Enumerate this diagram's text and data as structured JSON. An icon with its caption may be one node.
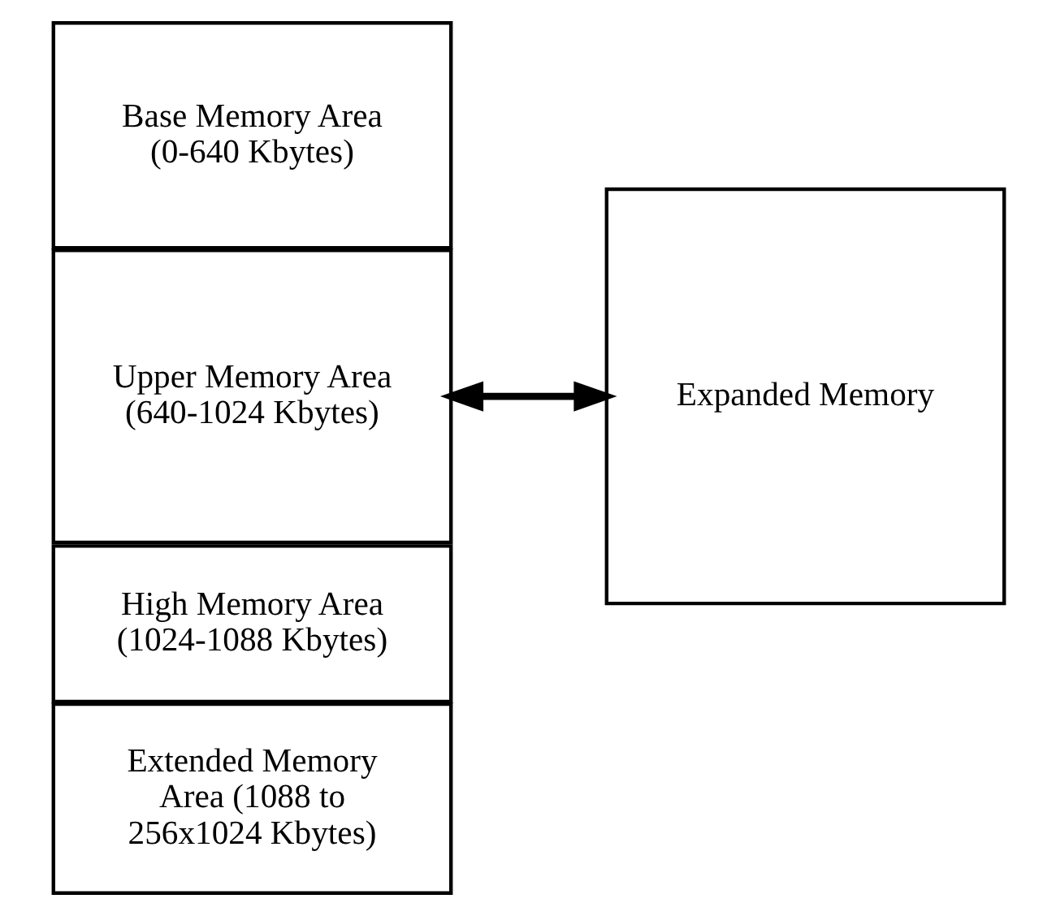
{
  "diagram": {
    "nodes": [
      {
        "text": [
          "Extended Memory Area (1088 to 256x1024 Kbytes)"
        ]
      },
      {
        "text": [
          "High Memory Area (1024-1088 Kbytes)"
        ]
      },
      {
        "text": [
          "Upper Memory Area (640-1024 Kbytes)"
        ]
      },
      {
        "text": [
          "Base Memory Area (0-640 Kbytes)"
        ]
      },
      {
        "text": [
          "Expanded Memory"
        ]
      }
    ],
    "edges": [
      {
        "from": 2,
        "to": 4,
        "arrow": "both"
      }
    ]
  }
}
